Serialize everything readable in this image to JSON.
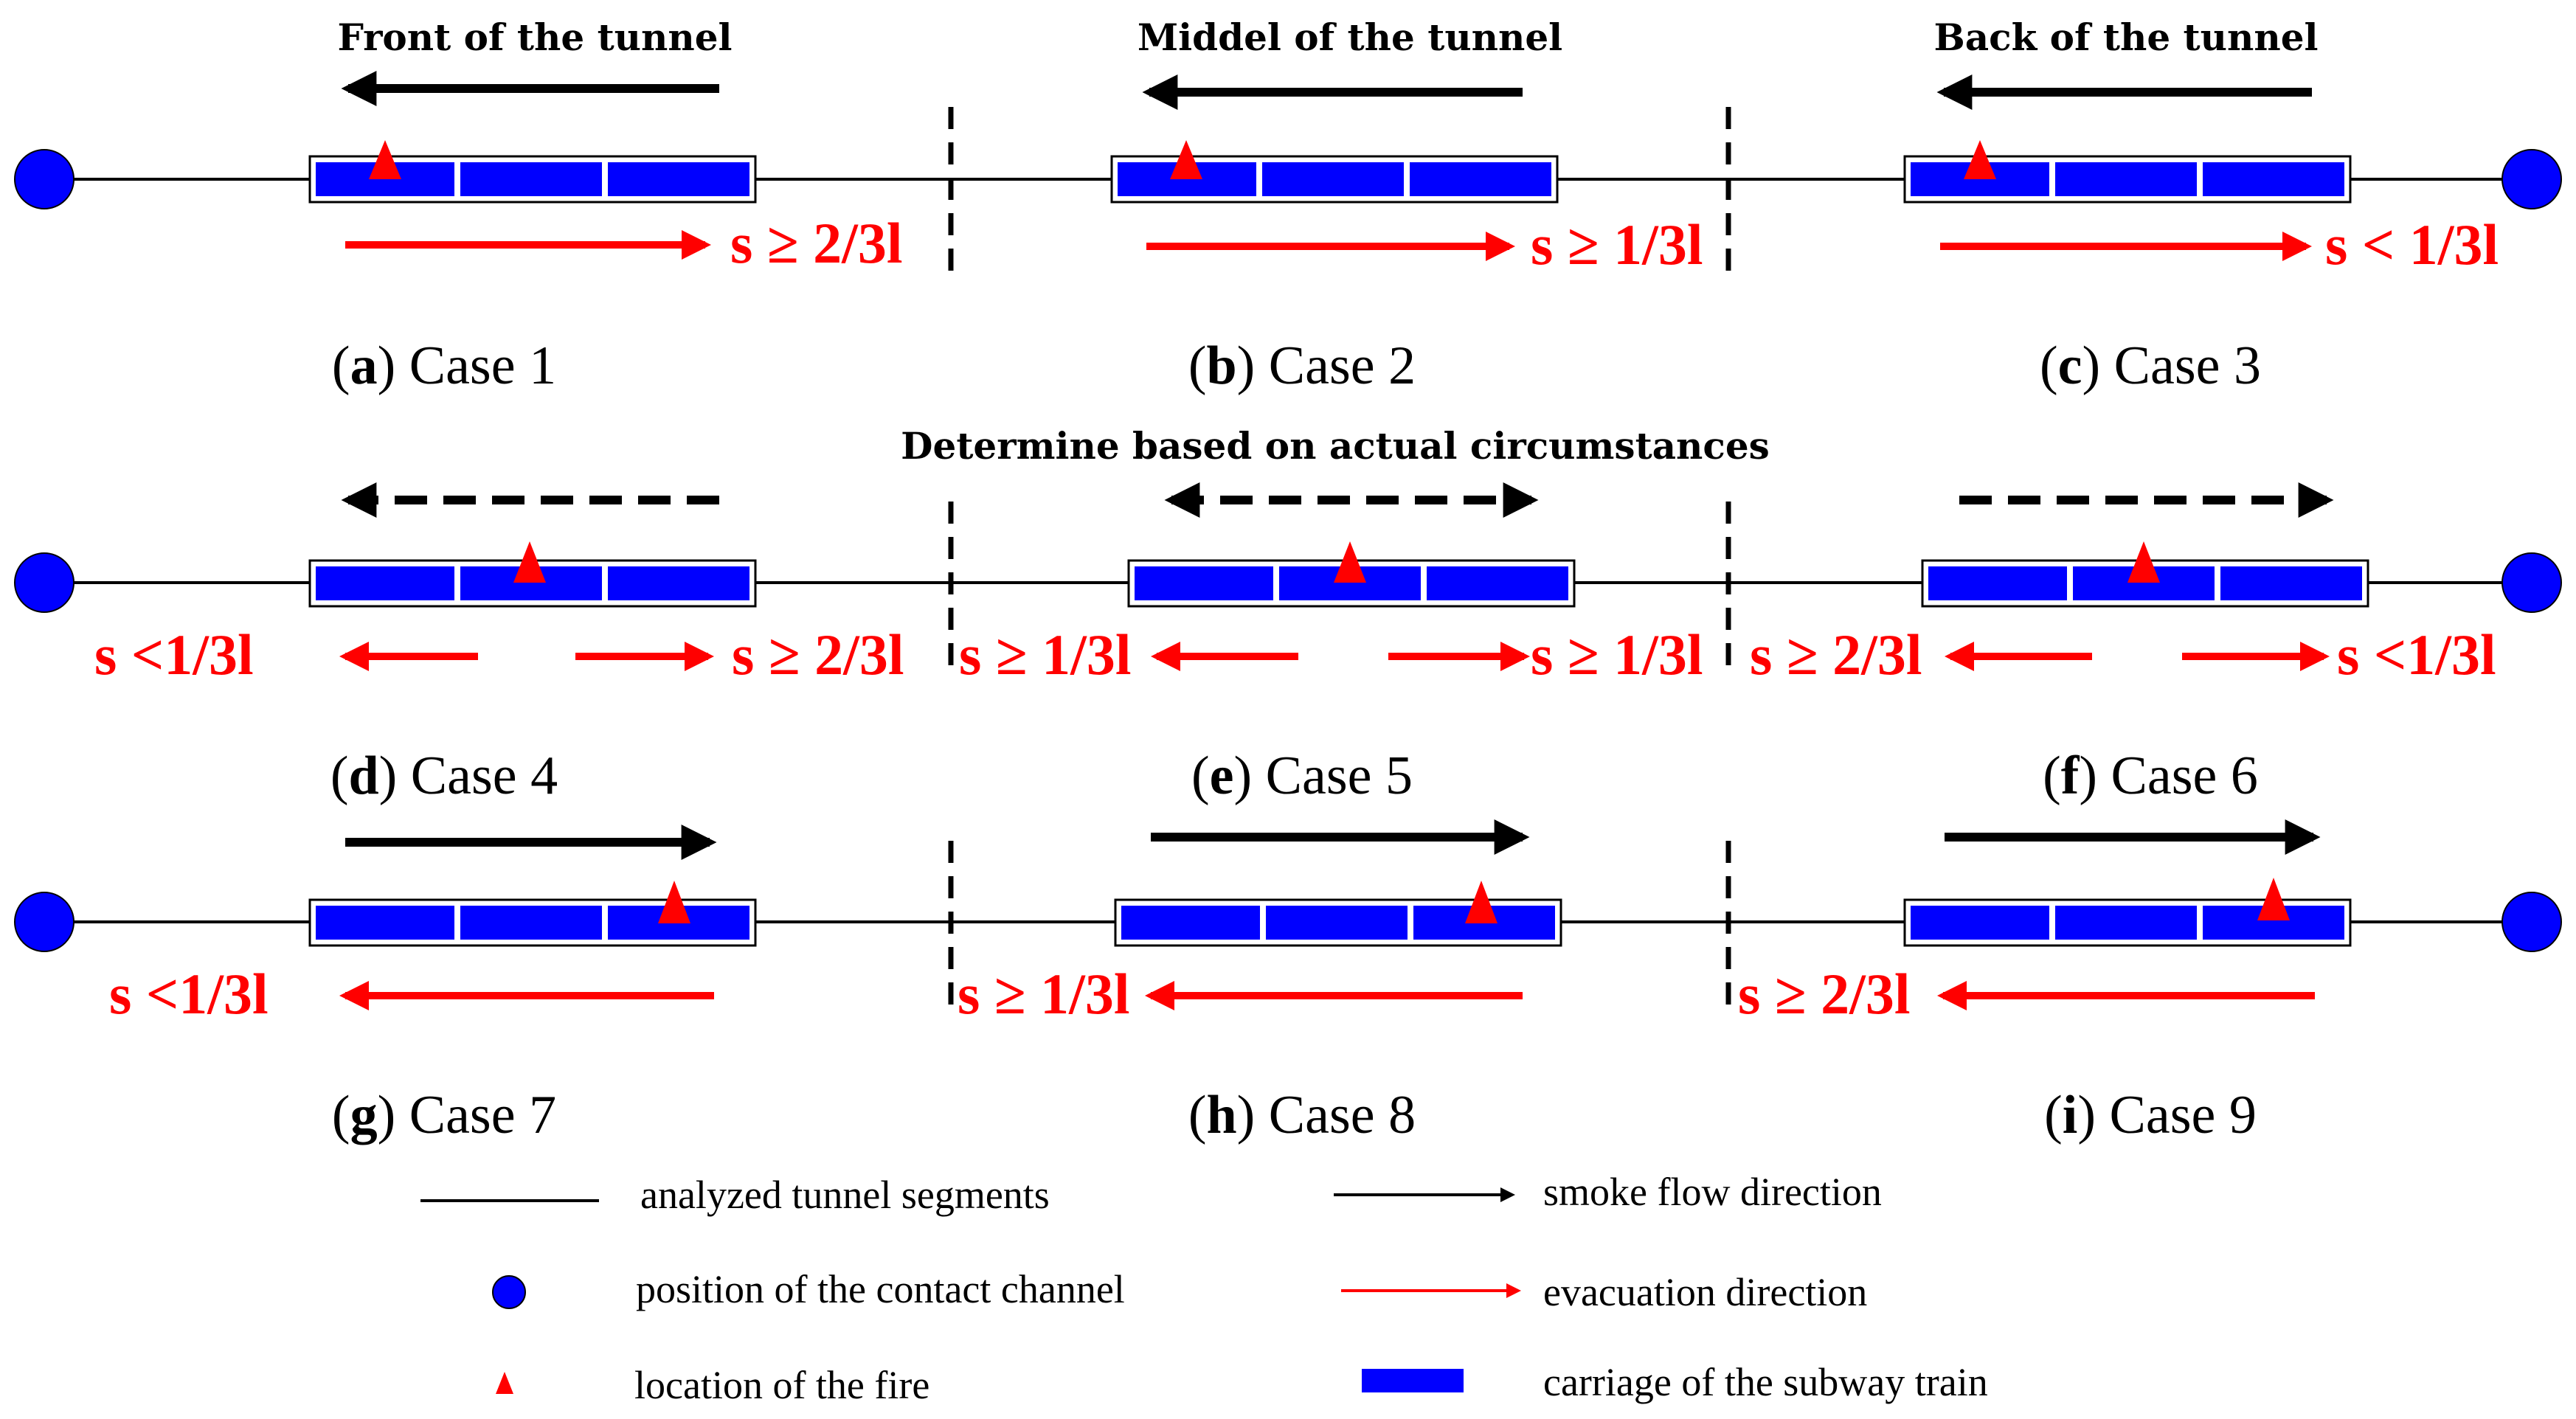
{
  "headers": {
    "front": "Front of the tunnel",
    "middle": "Middel of the tunnel",
    "back": "Back of the tunnel",
    "row2": "Determine based on actual circumstances"
  },
  "labels": {
    "r1c1": "s ≥ 2/3l",
    "r1c2": "s ≥ 1/3l",
    "r1c3": "s < 1/3l",
    "r2c1_left": "s <1/3l",
    "r2c1_right": "s ≥ 2/3l",
    "r2c2_left": "s ≥ 1/3l",
    "r2c2_right": "s ≥ 1/3l",
    "r2c3_left": "s ≥ 2/3l",
    "r2c3_right": "s <1/3l",
    "r3c1": "s <1/3l",
    "r3c2": "s ≥ 1/3l",
    "r3c3": "s ≥ 2/3l"
  },
  "captions": [
    {
      "letter": "a",
      "text": "Case 1"
    },
    {
      "letter": "b",
      "text": "Case 2"
    },
    {
      "letter": "c",
      "text": "Case 3"
    },
    {
      "letter": "d",
      "text": "Case 4"
    },
    {
      "letter": "e",
      "text": "Case 5"
    },
    {
      "letter": "f",
      "text": "Case 6"
    },
    {
      "letter": "g",
      "text": "Case 7"
    },
    {
      "letter": "h",
      "text": "Case 8"
    },
    {
      "letter": "i",
      "text": "Case 9"
    }
  ],
  "legend": {
    "tunnel": "analyzed tunnel segments",
    "channel": "position of the contact channel",
    "fire": "location of the fire",
    "smoke": "smoke flow direction",
    "evac": "evacuation direction",
    "carriage": "carriage of the subway train"
  },
  "colors": {
    "carriage": "#0000ff",
    "fire": "#ff0000",
    "evacuation": "#ff0000",
    "smoke": "#000000",
    "channel": "#0000ff"
  }
}
